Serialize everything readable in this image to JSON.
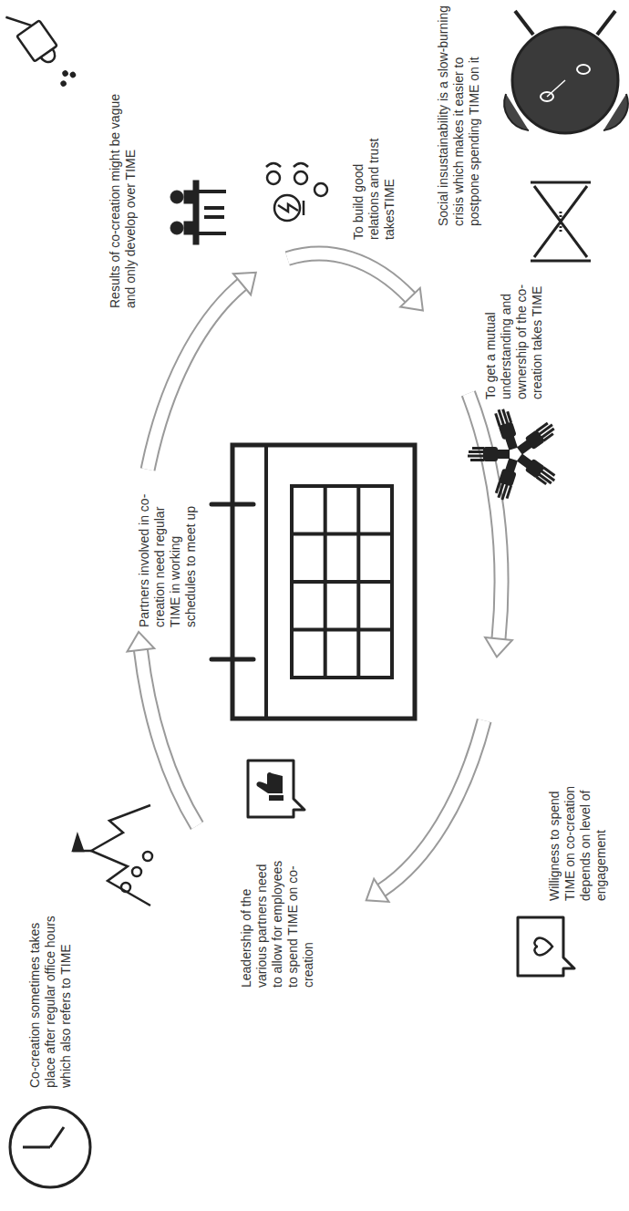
{
  "diagram": {
    "labels": [
      "Social insustainability is a slow-burning crisis which makes it easier to postpone spending TIME on it",
      "To build good relations and trust takesTIME",
      "To get a mutual understanding and ownership of the co-creation takes TIME",
      "Willigness to spend TIME on co-creation depends on level of engagement",
      "Leadership of the various partners need to allow for employees to spend TIME on co-creation",
      "Partners involved in co-creation need regular TIME in working schedules to meet up",
      "Results of co-creation might be vague and only develop over TIME",
      "Co-creation sometimes takes place after regular office hours which also refers to TIME"
    ]
  }
}
